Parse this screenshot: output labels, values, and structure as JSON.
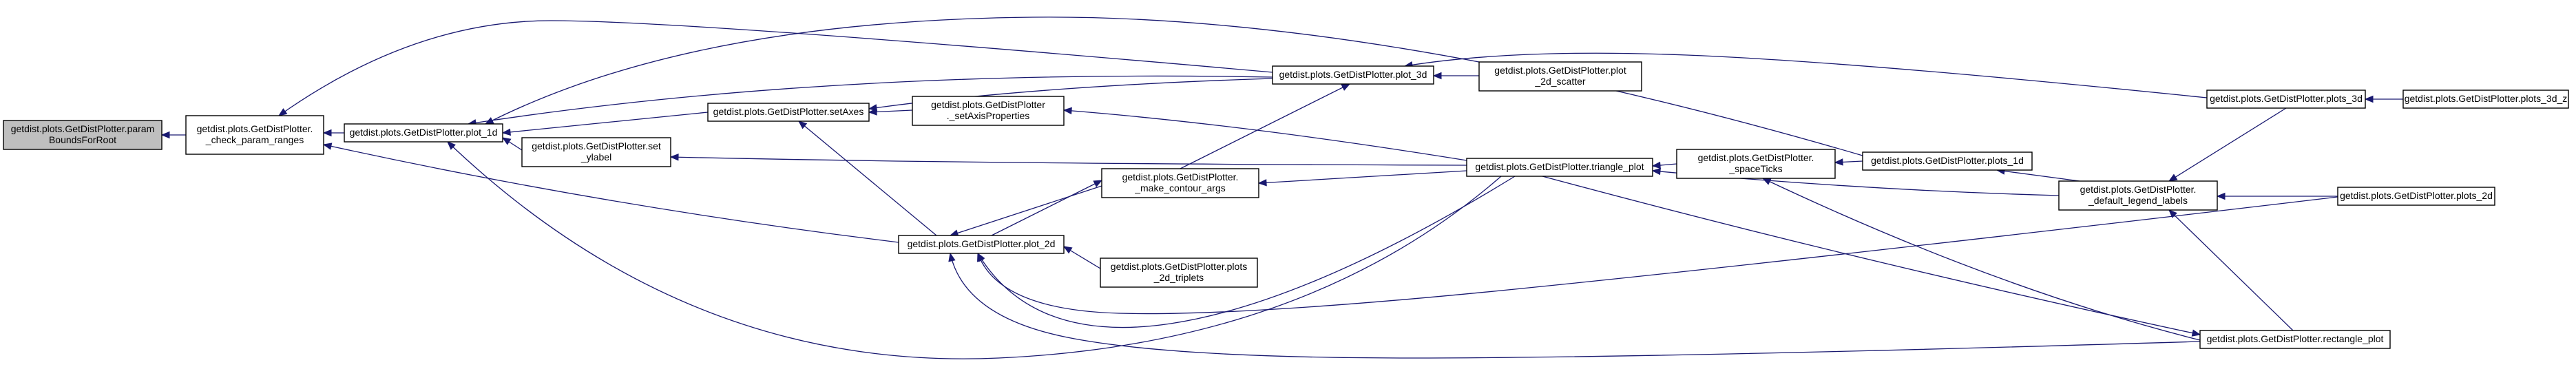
{
  "graph": {
    "edge_color": "#191970",
    "root_fill": "#bfbfbf",
    "node_fill": "#ffffff",
    "nodes": [
      {
        "id": "paramBoundsForRoot",
        "lines": [
          "getdist.plots.GetDistPlotter.param",
          "BoundsForRoot"
        ],
        "root": true
      },
      {
        "id": "check_param_ranges",
        "lines": [
          "getdist.plots.GetDistPlotter.",
          "_check_param_ranges"
        ]
      },
      {
        "id": "plot_1d",
        "lines": [
          "getdist.plots.GetDistPlotter.plot_1d"
        ]
      },
      {
        "id": "setAxes",
        "lines": [
          "getdist.plots.GetDistPlotter.setAxes"
        ]
      },
      {
        "id": "set_ylabel",
        "lines": [
          "getdist.plots.GetDistPlotter.set",
          "_ylabel"
        ]
      },
      {
        "id": "plot_2d",
        "lines": [
          "getdist.plots.GetDistPlotter.plot_2d"
        ]
      },
      {
        "id": "plot_3d",
        "lines": [
          "getdist.plots.GetDistPlotter.plot_3d"
        ]
      },
      {
        "id": "setAxisProperties",
        "lines": [
          "getdist.plots.GetDistPlotter",
          "._setAxisProperties"
        ]
      },
      {
        "id": "make_contour_args",
        "lines": [
          "getdist.plots.GetDistPlotter.",
          "_make_contour_args"
        ]
      },
      {
        "id": "plots_2d_triplets",
        "lines": [
          "getdist.plots.GetDistPlotter.plots",
          "_2d_triplets"
        ]
      },
      {
        "id": "plot_2d_scatter",
        "lines": [
          "getdist.plots.GetDistPlotter.plot",
          "_2d_scatter"
        ]
      },
      {
        "id": "triangle_plot",
        "lines": [
          "getdist.plots.GetDistPlotter.triangle_plot"
        ]
      },
      {
        "id": "spaceTicks",
        "lines": [
          "getdist.plots.GetDistPlotter.",
          "_spaceTicks"
        ]
      },
      {
        "id": "plots_1d",
        "lines": [
          "getdist.plots.GetDistPlotter.plots_1d"
        ]
      },
      {
        "id": "default_legend_labels",
        "lines": [
          "getdist.plots.GetDistPlotter.",
          "_default_legend_labels"
        ]
      },
      {
        "id": "plots_3d",
        "lines": [
          "getdist.plots.GetDistPlotter.plots_3d"
        ]
      },
      {
        "id": "plots_3d_z",
        "lines": [
          "getdist.plots.GetDistPlotter.plots_3d_z"
        ]
      },
      {
        "id": "plots_2d",
        "lines": [
          "getdist.plots.GetDistPlotter.plots_2d"
        ]
      },
      {
        "id": "rectangle_plot",
        "lines": [
          "getdist.plots.GetDistPlotter.rectangle_plot"
        ]
      }
    ],
    "edges": [
      {
        "from": "check_param_ranges",
        "to": "paramBoundsForRoot"
      },
      {
        "from": "plot_1d",
        "to": "check_param_ranges"
      },
      {
        "from": "plot_2d",
        "to": "check_param_ranges"
      },
      {
        "from": "plot_3d",
        "to": "check_param_ranges"
      },
      {
        "from": "setAxes",
        "to": "plot_1d"
      },
      {
        "from": "set_ylabel",
        "to": "plot_1d"
      },
      {
        "from": "plot_3d",
        "to": "plot_1d"
      },
      {
        "from": "triangle_plot",
        "to": "plot_1d"
      },
      {
        "from": "plots_1d",
        "to": "plot_1d"
      },
      {
        "from": "plot_3d",
        "to": "setAxes"
      },
      {
        "from": "setAxisProperties",
        "to": "setAxes"
      },
      {
        "from": "plot_2d",
        "to": "setAxes"
      },
      {
        "from": "triangle_plot",
        "to": "set_ylabel"
      },
      {
        "from": "make_contour_args",
        "to": "plot_2d"
      },
      {
        "from": "plots_2d_triplets",
        "to": "plot_2d"
      },
      {
        "from": "triangle_plot",
        "to": "plot_2d"
      },
      {
        "from": "plots_2d",
        "to": "plot_2d"
      },
      {
        "from": "rectangle_plot",
        "to": "plot_2d"
      },
      {
        "from": "plot_2d_scatter",
        "to": "plot_3d"
      },
      {
        "from": "plots_3d",
        "to": "plot_3d"
      },
      {
        "from": "triangle_plot",
        "to": "setAxisProperties"
      },
      {
        "from": "plot_2d",
        "to": "make_contour_args"
      },
      {
        "from": "make_contour_args",
        "to": "plot_3d"
      },
      {
        "from": "triangle_plot",
        "to": "make_contour_args"
      },
      {
        "from": "spaceTicks",
        "to": "triangle_plot"
      },
      {
        "from": "default_legend_labels",
        "to": "triangle_plot"
      },
      {
        "from": "plots_1d",
        "to": "spaceTicks"
      },
      {
        "from": "rectangle_plot",
        "to": "spaceTicks"
      },
      {
        "from": "default_legend_labels",
        "to": "plots_1d"
      },
      {
        "from": "plots_3d",
        "to": "default_legend_labels"
      },
      {
        "from": "plots_2d",
        "to": "default_legend_labels"
      },
      {
        "from": "rectangle_plot",
        "to": "default_legend_labels"
      },
      {
        "from": "plots_3d_z",
        "to": "plots_3d"
      },
      {
        "from": "triangle_plot",
        "to": "rectangle_plot"
      }
    ]
  }
}
